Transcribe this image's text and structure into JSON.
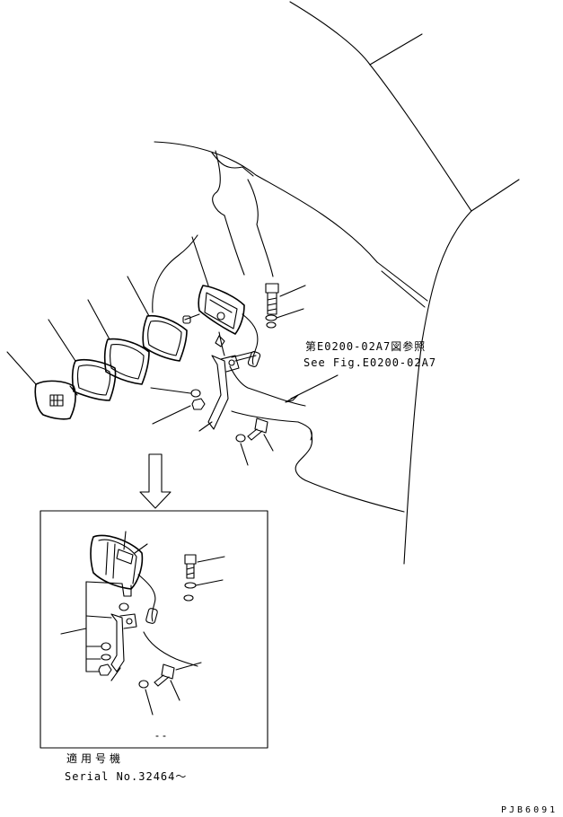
{
  "diagram": {
    "reference": {
      "japanese": "第E0200-02A7図参照",
      "english": "See Fig.E0200-02A7"
    },
    "serial": {
      "japanese": "適用号機",
      "english": "Serial No.32464～"
    },
    "drawing_id": "PJB6091"
  }
}
